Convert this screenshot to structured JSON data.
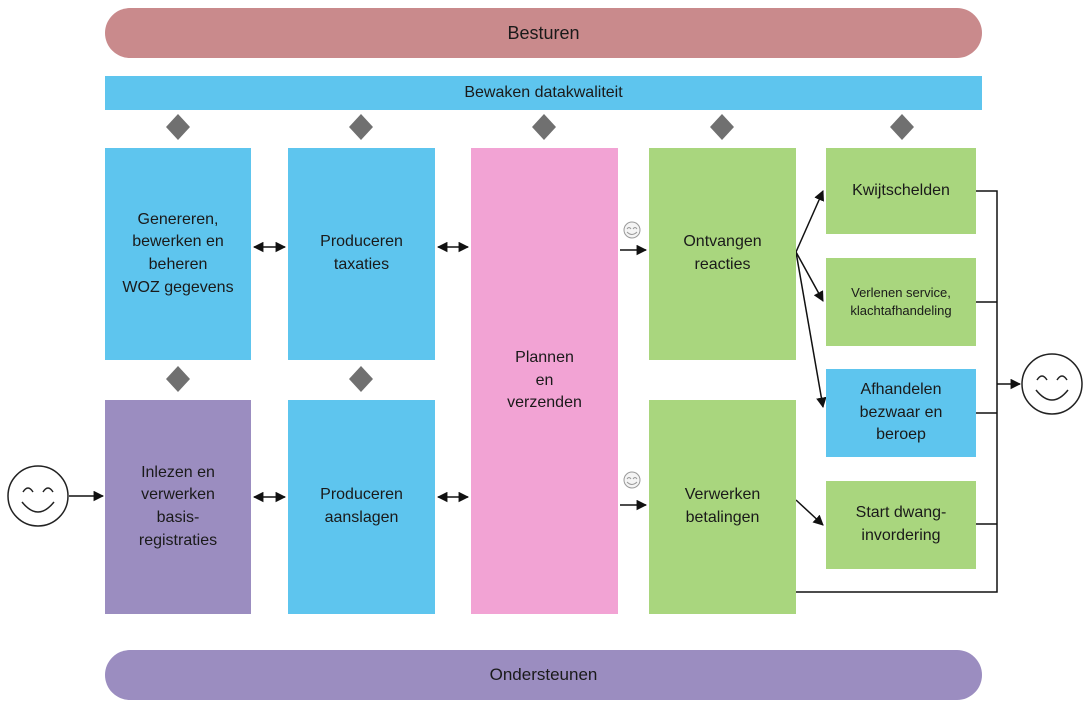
{
  "bands": {
    "top": "Besturen",
    "quality": "Bewaken datakwaliteit",
    "bottom": "Ondersteunen"
  },
  "processes": {
    "genereren": "Genereren,\nbewerken en\nbeheren\nWOZ gegevens",
    "inlezen": "Inlezen en\nverwerken\nbasis-\nregistraties",
    "taxaties": "Produceren\ntaxaties",
    "aanslagen": "Produceren\naanslagen",
    "plannen": "Plannen\nen\nverzenden",
    "ontvangen": "Ontvangen\nreacties",
    "verwerken": "Verwerken\nbetalingen"
  },
  "outcomes": {
    "kwijtschelden": "Kwijtschelden",
    "service": "Verlenen service,\nklachtafhandeling",
    "bezwaar": "Afhandelen\nbezwaar en\nberoep",
    "dwang": "Start dwang-\ninvordering"
  },
  "colors": {
    "besturen": "#c98a8c",
    "ondersteunen": "#9b8dc0",
    "blue": "#5ec5ee",
    "purple": "#9b8dc0",
    "pink": "#f2a3d4",
    "green": "#a9d67e",
    "diamond": "#707070"
  },
  "icons": {
    "start": "smiley-face-icon",
    "end": "smiley-face-icon",
    "small": "small-smiley-icon"
  }
}
